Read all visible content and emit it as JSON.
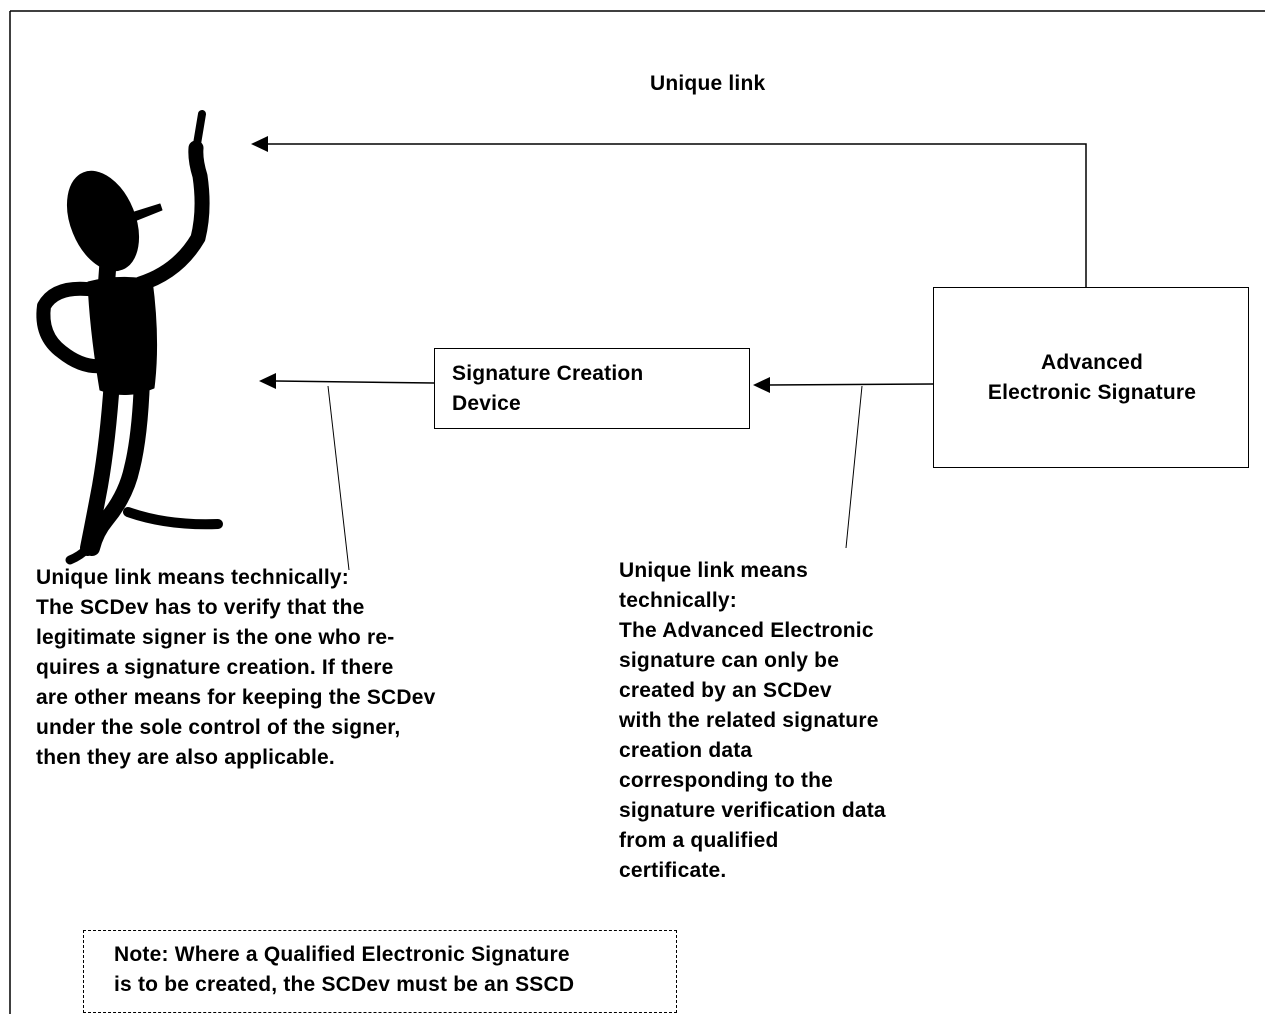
{
  "diagram": {
    "top_label": "Unique link",
    "signature_creation_device": {
      "lines": [
        "Signature Creation",
        "Device"
      ]
    },
    "advanced_electronic_signature": {
      "lines": [
        "Advanced",
        "Electronic Signature"
      ]
    },
    "left_explanation": {
      "lines": [
        "Unique link means technically:",
        "The SCDev has to verify that the",
        "legitimate signer is the one who re-",
        "quires a signature creation. If there",
        "are other means for keeping the SCDev",
        "under the sole control of the signer,",
        "then they are also applicable."
      ]
    },
    "right_explanation": {
      "lines": [
        "Unique link means",
        "technically:",
        "The Advanced Electronic",
        "signature can only be",
        "created by an SCDev",
        "with the related signature",
        "creation data",
        "corresponding to the",
        "signature verification data",
        "from a qualified",
        "certificate."
      ]
    },
    "note": {
      "lines": [
        "Note: Where a Qualified Electronic Signature",
        "is to be created, the SCDev must be an SSCD"
      ]
    }
  }
}
